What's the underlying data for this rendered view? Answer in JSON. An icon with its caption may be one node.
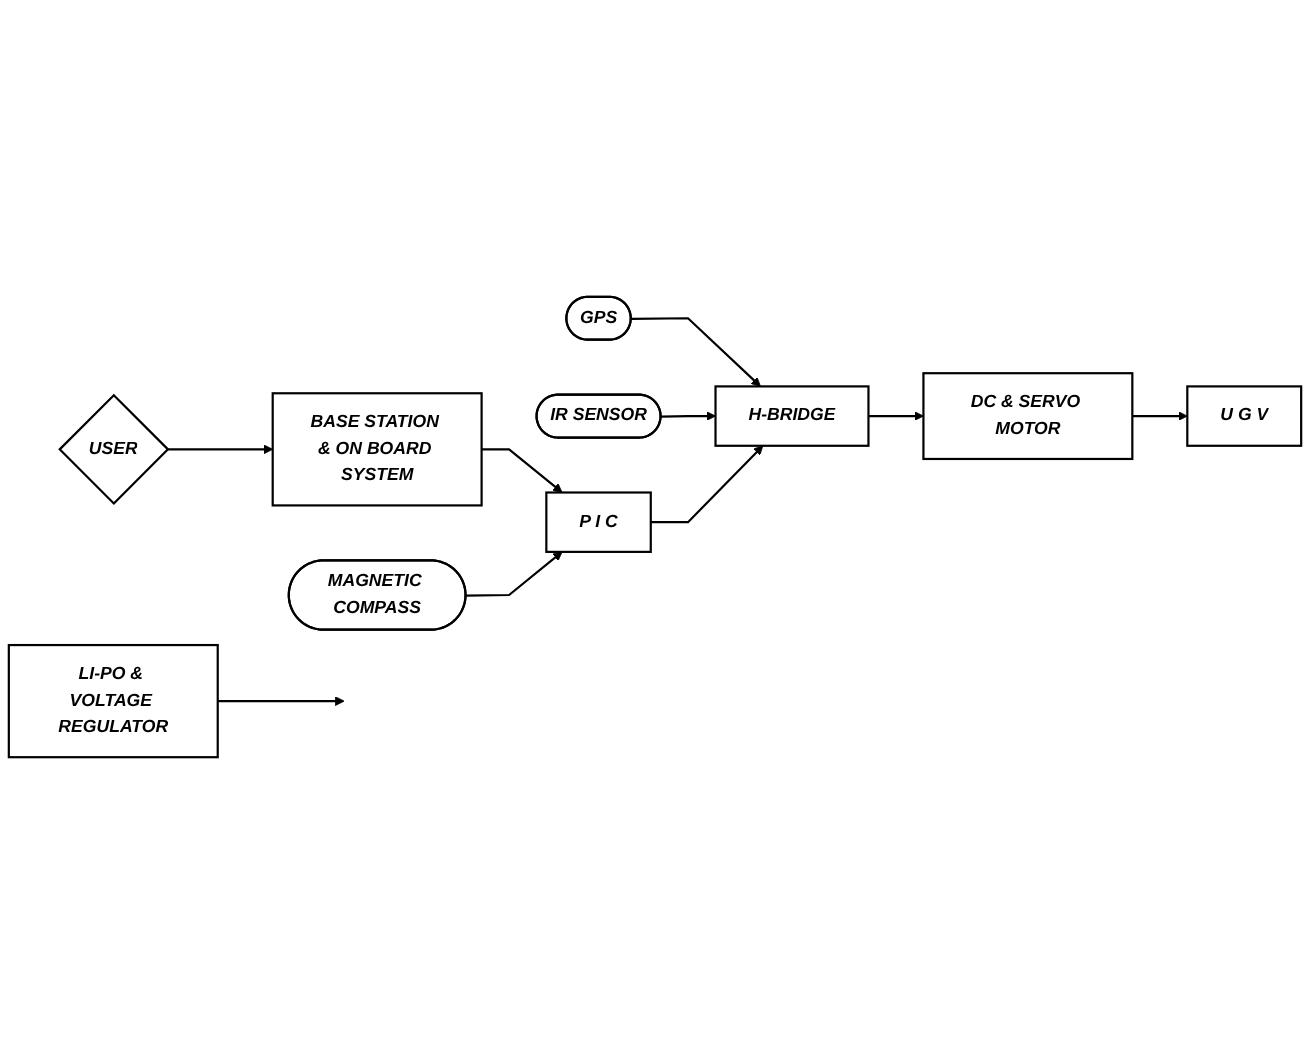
{
  "diagram": {
    "nodes": [
      {
        "text": [
          "GPS"
        ]
      },
      {
        "text": [
          "IR SENSOR"
        ]
      },
      {
        "text": [
          "USER"
        ]
      },
      {
        "text": [
          "BASE STATION & ON BOARD SYSTEM"
        ]
      },
      {
        "text": [
          "P I C"
        ]
      },
      {
        "text": [
          "H-BRIDGE"
        ]
      },
      {
        "text": [
          "U G V"
        ]
      },
      {
        "text": [
          "DC & SERVO MOTOR"
        ]
      },
      {
        "text": [
          "LI-PO & VOLTAGE REGULATOR"
        ]
      },
      {
        "text": [
          "MAGNETIC COMPASS"
        ]
      }
    ],
    "edges": [
      {
        "from": 0,
        "to": 5,
        "arrow": "to"
      },
      {
        "from": 1,
        "to": 5,
        "arrow": "to"
      },
      {
        "from": 2,
        "to": 3,
        "arrow": "to"
      },
      {
        "from": 3,
        "to": 4,
        "arrow": "to"
      },
      {
        "from": 4,
        "to": 5,
        "arrow": "to"
      },
      {
        "from": 5,
        "to": 7,
        "arrow": "to"
      },
      {
        "from": 7,
        "to": 6,
        "arrow": "to"
      },
      {
        "from": 8,
        "to": null,
        "arrow": "to"
      },
      {
        "from": 9,
        "to": 4,
        "arrow": "to"
      }
    ]
  }
}
